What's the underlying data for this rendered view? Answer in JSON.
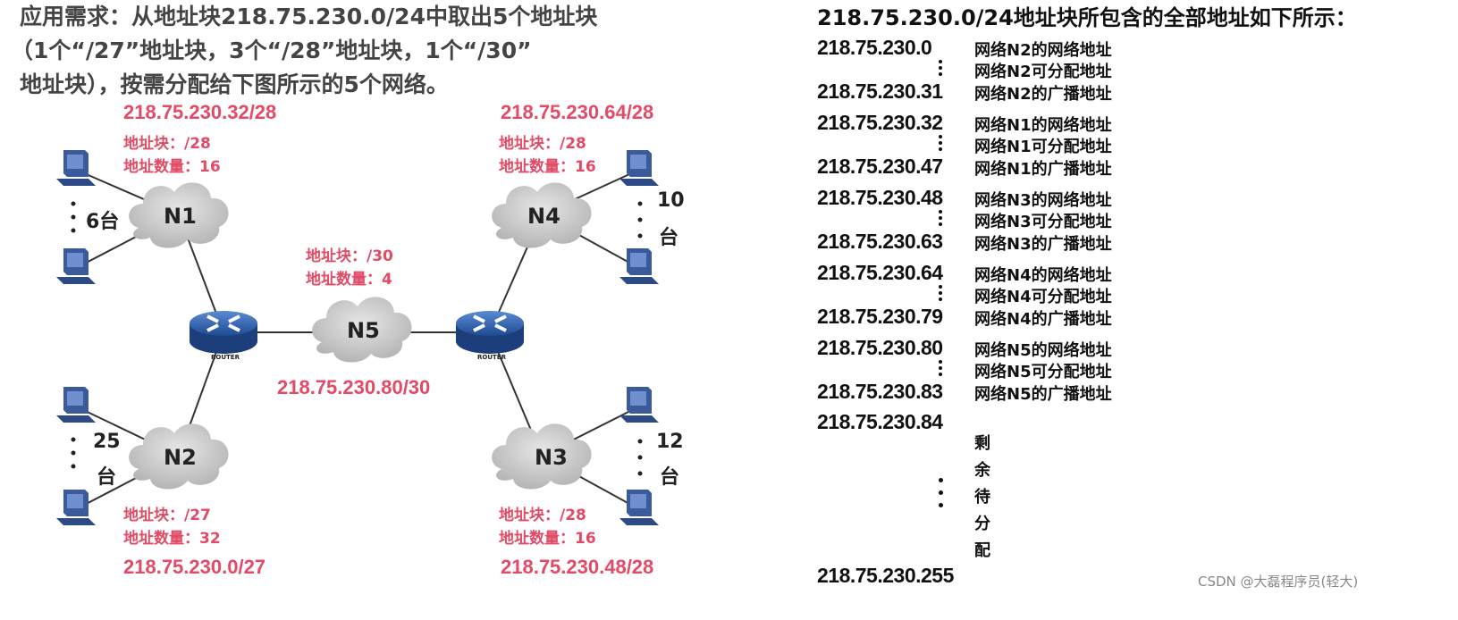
{
  "question": {
    "line1": "应用需求：从地址块218.75.230.0/24中取出5个地址块",
    "line2": "（1个“/27”地址块，3个“/28”地址块，1个“/30”",
    "line3": "地址块），按需分配给下图所示的5个网络。"
  },
  "networks": {
    "n1": {
      "name": "N1",
      "cidr": "218.75.230.32/28",
      "block": "地址块：/28",
      "count": "地址数量：16",
      "hosts": "6台"
    },
    "n2": {
      "name": "N2",
      "cidr": "218.75.230.0/27",
      "block": "地址块：/27",
      "count": "地址数量：32",
      "hosts_num": "25",
      "hosts_unit": "台"
    },
    "n3": {
      "name": "N3",
      "cidr": "218.75.230.48/28",
      "block": "地址块：/28",
      "count": "地址数量：16",
      "hosts_num": "12",
      "hosts_unit": "台"
    },
    "n4": {
      "name": "N4",
      "cidr": "218.75.230.64/28",
      "block": "地址块：/28",
      "count": "地址数量：16",
      "hosts_num": "10",
      "hosts_unit": "台"
    },
    "n5": {
      "name": "N5",
      "cidr": "218.75.230.80/30",
      "block": "地址块：/30",
      "count": "地址数量：4"
    }
  },
  "router_label": "ROUTER",
  "addr_list": {
    "title": "218.75.230.0/24地址块所包含的全部地址如下所示：",
    "rows": [
      {
        "ip": "218.75.230.0",
        "net": "网络N2的网络地址",
        "avail": "网络N2可分配地址",
        "ip_end": "218.75.230.31",
        "bcast": "网络N2的广播地址"
      },
      {
        "ip": "218.75.230.32",
        "net": "网络N1的网络地址",
        "avail": "网络N1可分配地址",
        "ip_end": "218.75.230.47",
        "bcast": "网络N1的广播地址"
      },
      {
        "ip": "218.75.230.48",
        "net": "网络N3的网络地址",
        "avail": "网络N3可分配地址",
        "ip_end": "218.75.230.63",
        "bcast": "网络N3的广播地址"
      },
      {
        "ip": "218.75.230.64",
        "net": "网络N4的网络地址",
        "avail": "网络N4可分配地址",
        "ip_end": "218.75.230.79",
        "bcast": "网络N4的广播地址"
      },
      {
        "ip": "218.75.230.80",
        "net": "网络N5的网络地址",
        "avail": "网络N5可分配地址",
        "ip_end": "218.75.230.83",
        "bcast": "网络N5的广播地址"
      }
    ],
    "remain_start": "218.75.230.84",
    "remain_label": "剩余待分配",
    "last": "218.75.230.255"
  },
  "watermark": "CSDN @大磊程序员(轻大)",
  "colors": {
    "pink": "#e24a66",
    "cloud": "#c9c9c9",
    "router": "#2f5fa8",
    "pc": "#3b5a9a"
  }
}
